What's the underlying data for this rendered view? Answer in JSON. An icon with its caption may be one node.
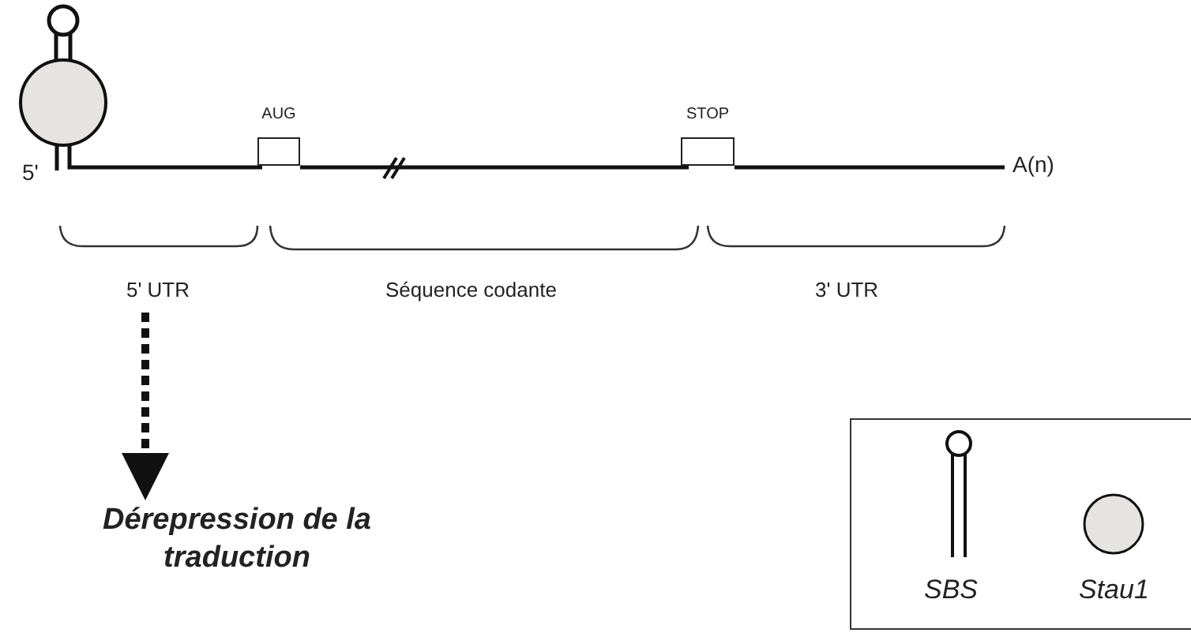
{
  "diagram": {
    "nodes": [
      {
        "text": [
          "5' UTR"
        ]
      },
      {
        "text": [
          "Dérepression de la traduction"
        ]
      },
      {
        "text": [
          "AUG"
        ]
      },
      {
        "text": [
          "STOP"
        ]
      }
    ],
    "edges": [
      {
        "from": 0,
        "to": 1,
        "arrow": "to",
        "style": "dashed"
      }
    ],
    "labels": [
      "5'",
      "A(n)",
      "Séquence codante",
      "3' UTR"
    ],
    "legend": [
      {
        "text": "SBS"
      },
      {
        "text": "Stau1"
      }
    ]
  }
}
